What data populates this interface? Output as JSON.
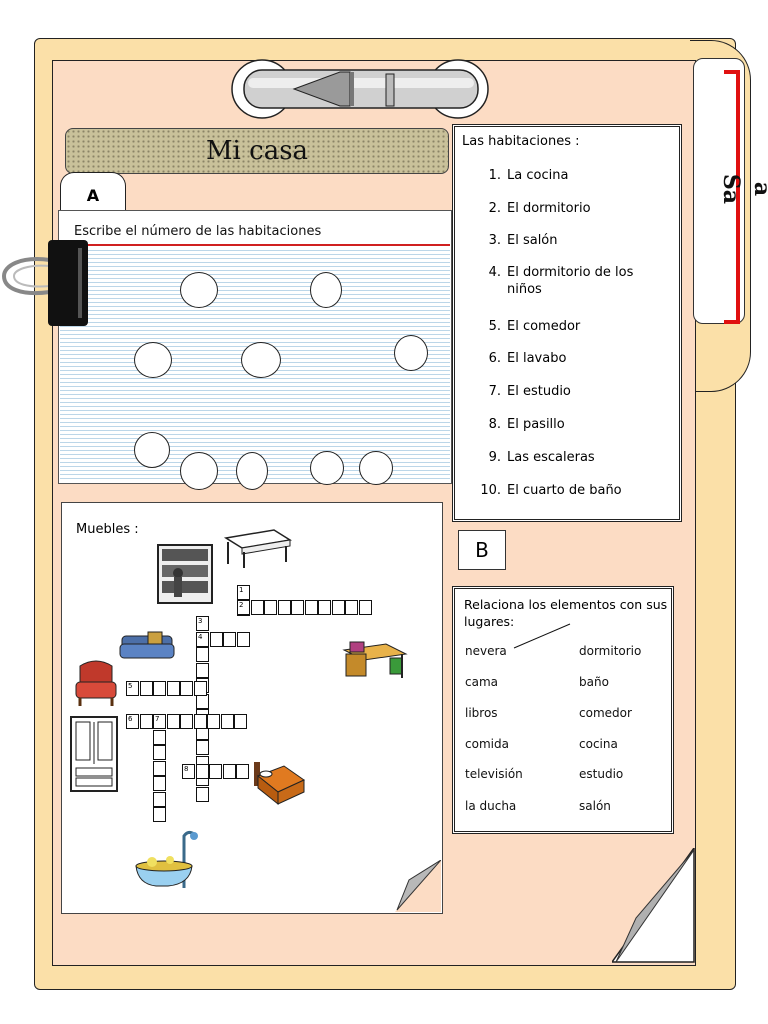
{
  "title": "Mi casa",
  "side_label": "Sa",
  "side_label_right": "a",
  "section_a": {
    "tab": "A",
    "instruction": "Escribe el número de las habitaciones"
  },
  "rooms": {
    "title": "Las habitaciones :",
    "items": [
      {
        "num": "1.",
        "label": "La cocina"
      },
      {
        "num": "2.",
        "label": "El dormitorio"
      },
      {
        "num": "3.",
        "label": "El salón"
      },
      {
        "num": "4.",
        "label": "El dormitorio de los niños"
      },
      {
        "num": "5.",
        "label": "El comedor"
      },
      {
        "num": "6.",
        "label": "El lavabo"
      },
      {
        "num": "7.",
        "label": "El estudio"
      },
      {
        "num": "8.",
        "label": "El pasillo"
      },
      {
        "num": "9.",
        "label": "Las escaleras"
      },
      {
        "num": "10.",
        "label": "El cuarto de baño"
      }
    ]
  },
  "section_b": {
    "tab": "B",
    "title": "Relaciona los elementos con sus lugares:",
    "left": [
      "nevera",
      "cama",
      "libros",
      "comida",
      "televisión",
      "la ducha"
    ],
    "right": [
      "dormitorio",
      "baño",
      "comedor",
      "cocina",
      "estudio",
      "salón"
    ]
  },
  "crossword": {
    "title": "Muebles :",
    "numbers": [
      "1",
      "2",
      "3",
      "4",
      "5",
      "6",
      "7",
      "8"
    ]
  },
  "icons": [
    "bookshelf-icon",
    "table-icon",
    "sofa-icon",
    "armchair-icon",
    "wardrobe-icon",
    "desk-icon",
    "bed-icon",
    "bathtub-icon",
    "binder-clip-icon"
  ],
  "colors": {
    "folder": "#fbe0a8",
    "inner": "#fcdcc4",
    "accent": "#e01010"
  }
}
